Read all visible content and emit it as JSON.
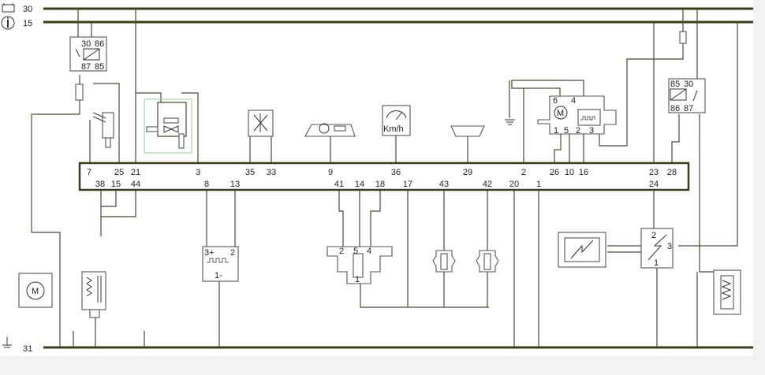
{
  "buses": {
    "b30": "30",
    "b15": "15",
    "b31": "31"
  },
  "relay_left": {
    "p30": "30",
    "p86": "86",
    "p87": "87",
    "p85": "85"
  },
  "relay_right": {
    "p85": "85",
    "p30": "30",
    "p86": "86",
    "p87": "87"
  },
  "ecu_top": [
    "7",
    "25",
    "21",
    "3",
    "35",
    "33",
    "9",
    "36",
    "29",
    "2",
    "26",
    "10",
    "16",
    "23",
    "28"
  ],
  "ecu_bottom": [
    "38",
    "15",
    "44",
    "8",
    "13",
    "41",
    "14",
    "18",
    "17",
    "43",
    "42",
    "20",
    "1",
    "24"
  ],
  "speedo_unit": "Km/h",
  "throttle_pins": {
    "p6": "6",
    "p4": "4",
    "p1": "1",
    "p5": "5",
    "p2": "2",
    "p3": "3"
  },
  "motor_label": "M",
  "sensor_pins": {
    "p3": "3+",
    "p2": "2",
    "p1": "1-"
  },
  "hall_pins": {
    "p2": "2",
    "p5": "5",
    "p4": "4",
    "p1": "1"
  },
  "ignition_pins": {
    "p2": "2",
    "p3": "3",
    "p1": "1"
  },
  "colors": {
    "wire": "#4a4a30",
    "bus": "#3b3b18",
    "highlight": "#8fd08f"
  }
}
